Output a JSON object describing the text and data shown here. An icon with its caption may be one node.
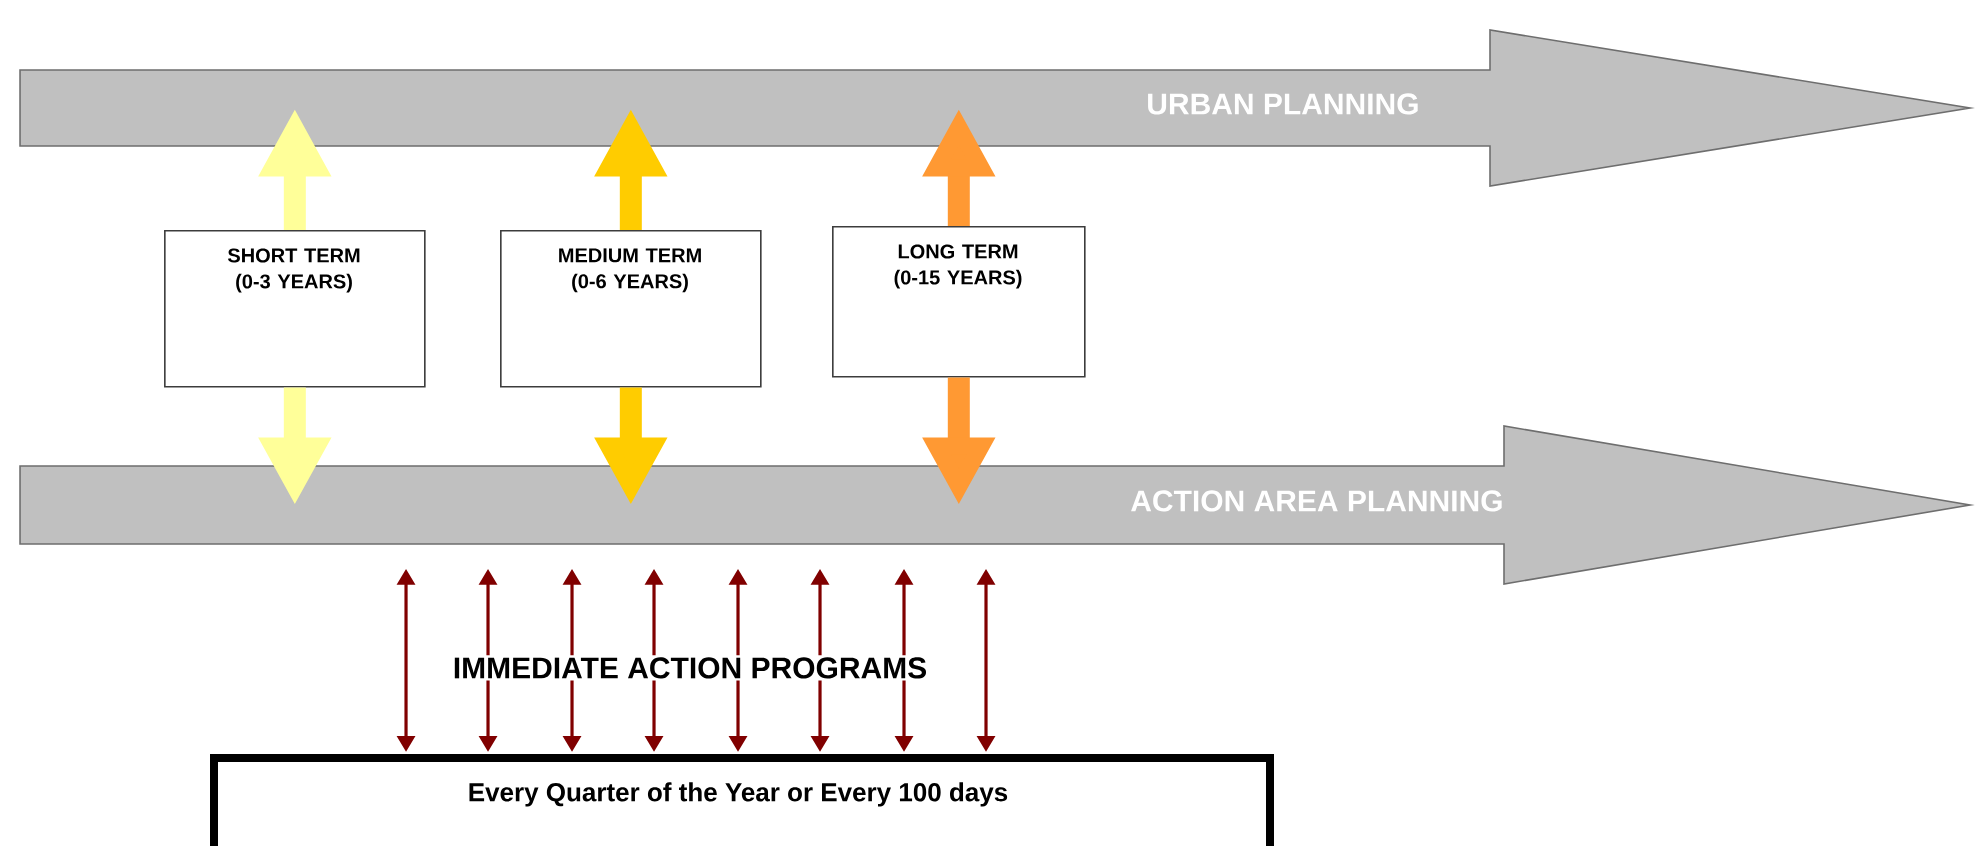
{
  "diagram": {
    "nodes": [
      {
        "text": [
          "URBAN PLANNING"
        ]
      },
      {
        "text": [
          "ACTION AREA PLANNING"
        ]
      },
      {
        "text": [
          "SHORT TERM (0-3 YEARS)"
        ]
      },
      {
        "text": [
          "MEDIUM TERM (0-6 YEARS)"
        ]
      },
      {
        "text": [
          "LONG TERM (0-15 YEARS)"
        ]
      },
      {
        "text": [
          "Every Quarter of the Year or Every 100 days"
        ]
      }
    ],
    "edges": [
      {
        "from": 2,
        "to": 0,
        "arrow": "to",
        "style": "thick",
        "color": "#ffff99"
      },
      {
        "from": 2,
        "to": 1,
        "arrow": "to",
        "style": "thick",
        "color": "#ffff99"
      },
      {
        "from": 3,
        "to": 0,
        "arrow": "to",
        "style": "thick",
        "color": "#ffcc00"
      },
      {
        "from": 3,
        "to": 1,
        "arrow": "to",
        "style": "thick",
        "color": "#ffcc00"
      },
      {
        "from": 4,
        "to": 0,
        "arrow": "to",
        "style": "thick",
        "color": "#ff9933"
      },
      {
        "from": 4,
        "to": 1,
        "arrow": "to",
        "style": "thick",
        "color": "#ff9933"
      },
      {
        "from": 1,
        "to": 5,
        "arrow": "both"
      },
      {
        "from": 1,
        "to": 5,
        "arrow": "both"
      },
      {
        "from": 1,
        "to": 5,
        "arrow": "both"
      },
      {
        "from": 1,
        "to": 5,
        "arrow": "both"
      },
      {
        "from": 1,
        "to": 5,
        "arrow": "both"
      },
      {
        "from": 1,
        "to": 5,
        "arrow": "both"
      },
      {
        "from": 1,
        "to": 5,
        "arrow": "both"
      },
      {
        "from": 1,
        "to": 5,
        "arrow": "both"
      }
    ],
    "labels": [
      "IMMEDIATE ACTION PROGRAMS"
    ]
  }
}
